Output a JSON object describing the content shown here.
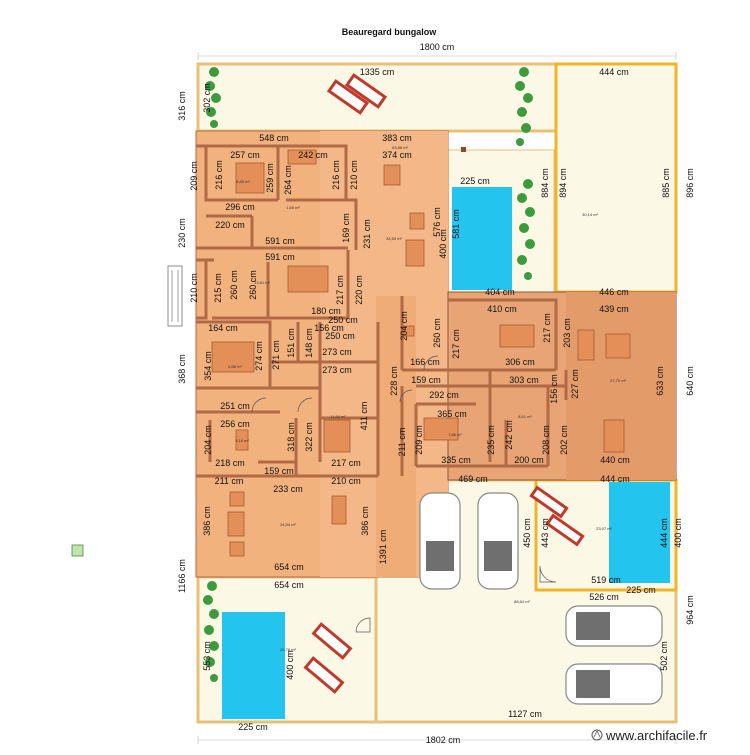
{
  "title": "Beauregard bungalow",
  "watermark": "www.archifacile.fr",
  "colors": {
    "house_fill": "#f2b27e",
    "house_fill_dark": "#e89a66",
    "wall": "#b06a45",
    "plot_border": "#e8c07a",
    "garden_fill": "#fbf8e6",
    "pool_fill": "#23c4ee",
    "deck_border": "#f0b429",
    "chair": "#c0392b",
    "plant": "#3d9a3d"
  },
  "dimensions": {
    "top_overall": "1800 cm",
    "top_garden": "1335 cm",
    "top_right": "444 cm",
    "left_316": "316 cm",
    "left_302": "302 cm",
    "r1_548": "548 cm",
    "r1_383": "383 cm",
    "r1_257": "257 cm",
    "r1_242": "242 cm",
    "r1_374": "374 cm",
    "left_209": "209 cm",
    "v_216a": "216 cm",
    "v_259": "259 cm",
    "v_264": "264 cm",
    "v_216b": "216 cm",
    "v_210a": "210 cm",
    "h_296": "296 cm",
    "h_220": "220 cm",
    "v_169": "169 cm",
    "v_231": "231 cm",
    "v_576": "576 cm",
    "v_400a": "400 cm",
    "v_581": "581 cm",
    "h_225a": "225 cm",
    "v_884": "884 cm",
    "v_894": "894 cm",
    "v_885": "885 cm",
    "v_896": "896 cm",
    "left_230": "230 cm",
    "h_591a": "591 cm",
    "h_591b": "591 cm",
    "left_210": "210 cm",
    "v_215": "215 cm",
    "v_260a": "260 cm",
    "v_260b": "260 cm",
    "v_217a": "217 cm",
    "v_220": "220 cm",
    "h_180": "180 cm",
    "h_250a": "250 cm",
    "h_164": "164 cm",
    "h_156": "156 cm",
    "h_250b": "250 cm",
    "h_404": "404 cm",
    "h_446": "446 cm",
    "h_410": "410 cm",
    "h_439": "439 cm",
    "v_204a": "204 cm",
    "v_217b": "217 cm",
    "v_203": "203 cm",
    "v_260c": "260 cm",
    "left_368": "368 cm",
    "v_354": "354 cm",
    "v_274": "274 cm",
    "v_271": "271 cm",
    "v_151": "151 cm",
    "v_148": "148 cm",
    "h_273a": "273 cm",
    "h_273b": "273 cm",
    "h_306": "306 cm",
    "h_166": "166 cm",
    "v_228": "228 cm",
    "h_159a": "159 cm",
    "h_303": "303 cm",
    "v_227": "227 cm",
    "v_633": "633 cm",
    "v_640": "640 cm",
    "h_292": "292 cm",
    "v_156": "156 cm",
    "h_251": "251 cm",
    "h_256": "256 cm",
    "h_365": "365 cm",
    "v_204b": "204 cm",
    "v_318": "318 cm",
    "v_322": "322 cm",
    "v_411": "411 cm",
    "v_211": "211 cm",
    "v_209": "209 cm",
    "v_235": "235 cm",
    "v_242": "242 cm",
    "v_208": "208 cm",
    "v_202": "202 cm",
    "h_218": "218 cm",
    "h_217": "217 cm",
    "h_335": "335 cm",
    "h_200": "200 cm",
    "h_440": "440 cm",
    "h_159b": "159 cm",
    "h_469": "469 cm",
    "h_444b": "444 cm",
    "h_211": "211 cm",
    "h_233": "233 cm",
    "h_210": "210 cm",
    "v_386a": "386 cm",
    "v_386b": "386 cm",
    "v_1391": "1391 cm",
    "v_450": "450 cm",
    "v_443": "443 cm",
    "v_444c": "444 cm",
    "v_400b": "400 cm",
    "left_1166": "1166 cm",
    "h_654a": "654 cm",
    "h_654b": "654 cm",
    "h_519": "519 cm",
    "h_526": "526 cm",
    "h_225b": "225 cm",
    "v_964": "964 cm",
    "v_553": "553 cm",
    "v_400c": "400 cm",
    "v_502": "502 cm",
    "h_225c": "225 cm",
    "h_1127": "1127 cm",
    "bottom_overall": "1802 cm"
  },
  "areas": {
    "a1": "63,88 m²",
    "a2": "6,89 m²",
    "a3": "1,65 m²",
    "a4": "34,50 m²",
    "a5": "13,61 m²",
    "a6": "30,14 m²",
    "a7": "6,88 m²",
    "a8": "11,84 m²",
    "a9": "9,16 m²",
    "a10": "7,86 m²",
    "a11": "8,61 m²",
    "a12": "27,70 m²",
    "a13": "24,54 m²",
    "a14": "23,07 m²",
    "a15": "88,64 m²",
    "a16": "26,78 m²"
  }
}
